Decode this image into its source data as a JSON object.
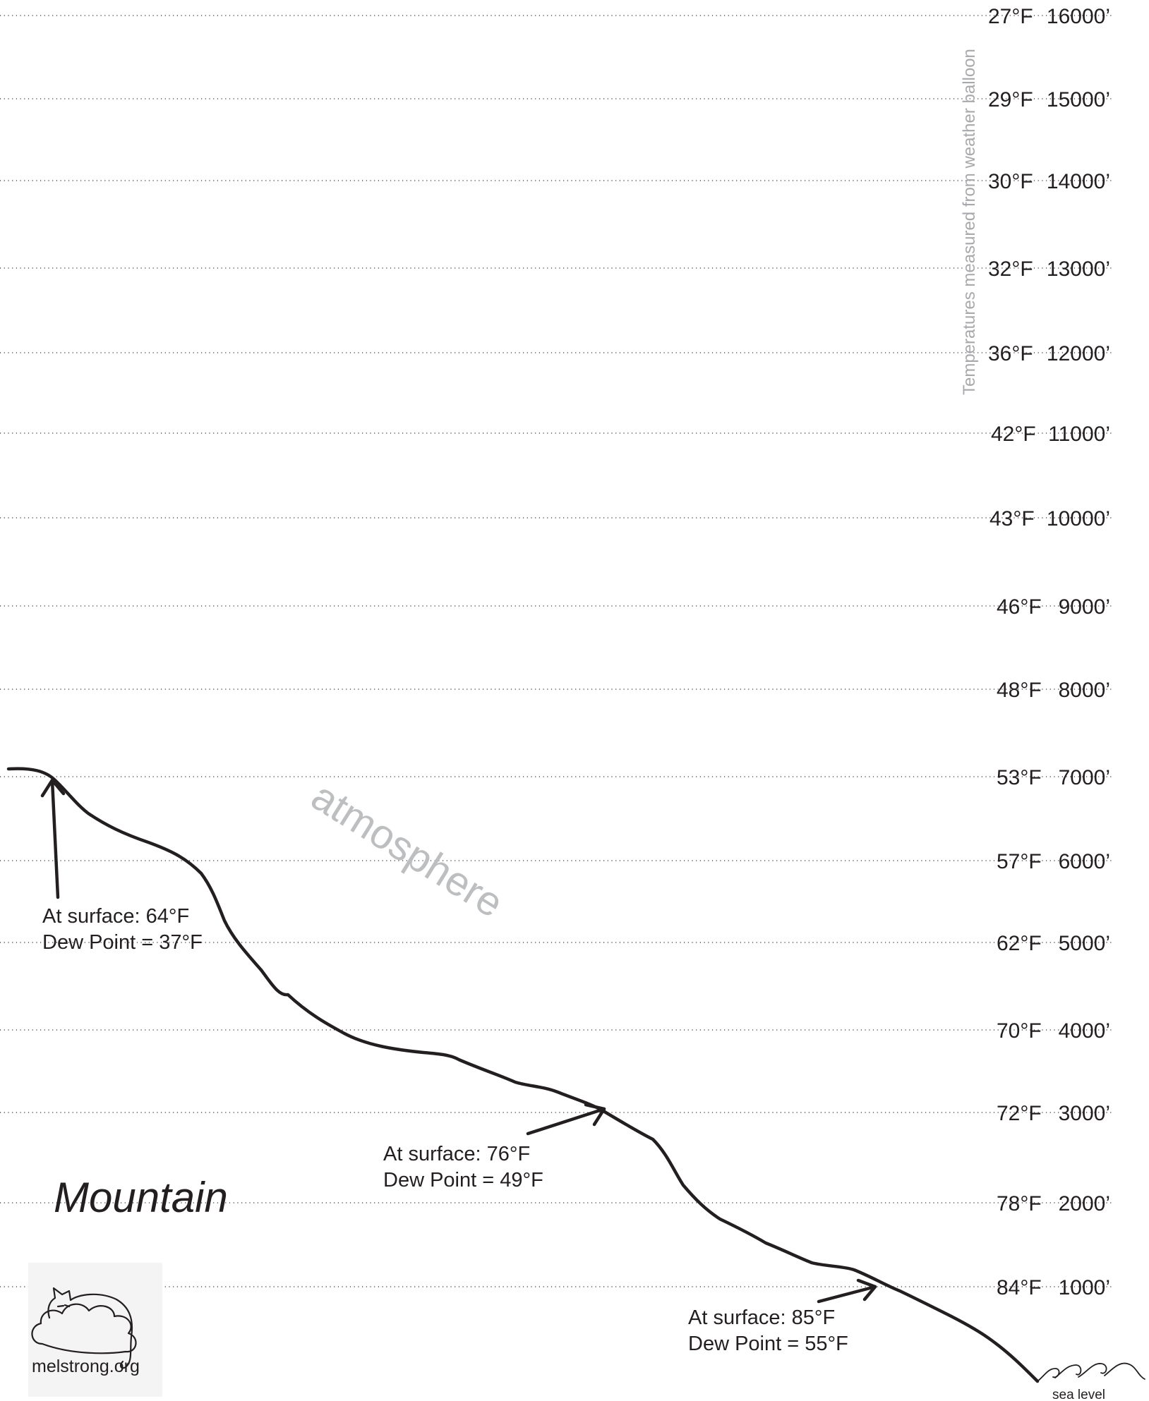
{
  "levels": [
    {
      "temp": "27°F",
      "alt": "16000’"
    },
    {
      "temp": "29°F",
      "alt": "15000’"
    },
    {
      "temp": "30°F",
      "alt": "14000’"
    },
    {
      "temp": "32°F",
      "alt": "13000’"
    },
    {
      "temp": "36°F",
      "alt": "12000’"
    },
    {
      "temp": "42°F",
      "alt": "11000’"
    },
    {
      "temp": "43°F",
      "alt": "10000’"
    },
    {
      "temp": "46°F",
      "alt": "9000’"
    },
    {
      "temp": "48°F",
      "alt": "8000’"
    },
    {
      "temp": "53°F",
      "alt": "7000’"
    },
    {
      "temp": "57°F",
      "alt": "6000’"
    },
    {
      "temp": "62°F",
      "alt": "5000’"
    },
    {
      "temp": "70°F",
      "alt": "4000’"
    },
    {
      "temp": "72°F",
      "alt": "3000’"
    },
    {
      "temp": "78°F",
      "alt": "2000’"
    },
    {
      "temp": "84°F",
      "alt": "1000’"
    }
  ],
  "balloon_note": "Temperatures measured from weather balloon",
  "atmosphere_label": "atmosphere",
  "mountain_label": "Mountain",
  "sea_level_label": "sea level",
  "logo_text": "melstrong.org",
  "annotations": [
    {
      "surface": "At surface:  64°F",
      "dew": "Dew Point = 37°F"
    },
    {
      "surface": "At surface:  76°F",
      "dew": "Dew Point = 49°F"
    },
    {
      "surface": "At surface:  85°F",
      "dew": "Dew Point = 55°F"
    }
  ]
}
